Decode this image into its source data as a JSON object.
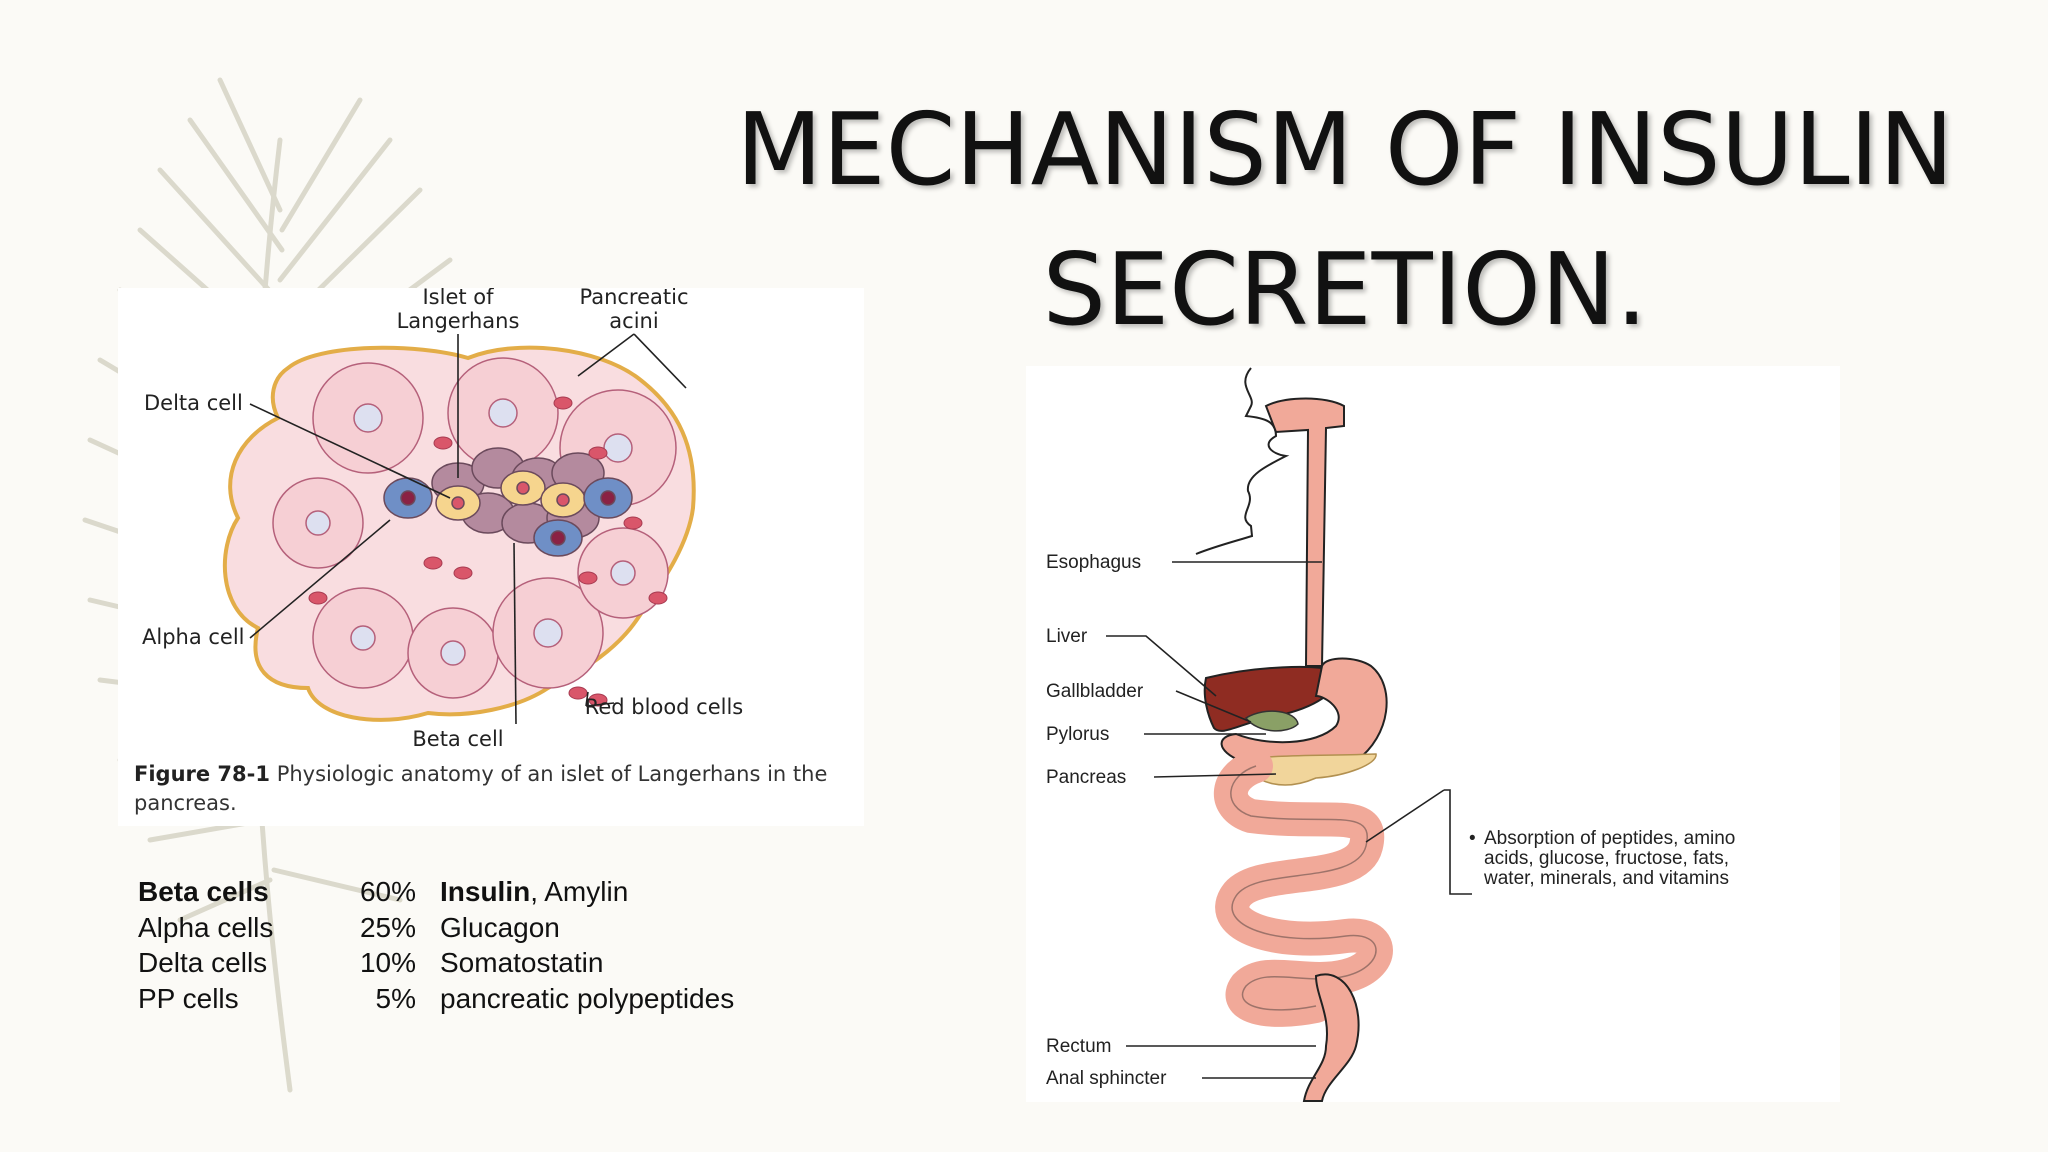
{
  "slide": {
    "title_line1": "MECHANISM OF INSULIN",
    "title_line2": "SECRETION."
  },
  "islet_figure": {
    "labels": {
      "islet": [
        "Islet of",
        "Langerhans"
      ],
      "acini": [
        "Pancreatic",
        "acini"
      ],
      "delta": "Delta cell",
      "alpha": "Alpha cell",
      "beta": "Beta cell",
      "rbc": "Red blood cells"
    },
    "caption_number": "Figure 78-1",
    "caption_text": "Physiologic anatomy of an islet of Langerhans in the pancreas."
  },
  "cell_table": [
    {
      "cell": "Beta cells",
      "percent": "60%",
      "hormone_bold": "Insulin",
      "hormone_rest": ", Amylin"
    },
    {
      "cell": "Alpha cells",
      "percent": "25%",
      "hormone_bold": "",
      "hormone_rest": "Glucagon"
    },
    {
      "cell": "Delta cells",
      "percent": "10%",
      "hormone_bold": "",
      "hormone_rest": "Somatostatin"
    },
    {
      "cell": "PP cells",
      "percent": "5%",
      "hormone_bold": "",
      "hormone_rest": "pancreatic polypeptides"
    }
  ],
  "gi_figure": {
    "labels": {
      "esophagus": "Esophagus",
      "liver": "Liver",
      "gallbladder": "Gallbladder",
      "pylorus": "Pylorus",
      "pancreas": "Pancreas",
      "rectum": "Rectum",
      "anal": "Anal sphincter"
    },
    "absorption_bullet": "•",
    "absorption_lines": [
      "Absorption of peptides, amino",
      "acids, glucose, fructose, fats,",
      "water, minerals, and vitamins"
    ]
  },
  "colors": {
    "background": "#fbfaf6",
    "acinar_cell": "#f6cfd4",
    "rbc": "#d9566a",
    "alpha_cell": "#6f8fc6",
    "beta_cell": "#f6d58e",
    "islet_cell": "#b48a9e",
    "gut": "#f1a999",
    "liver": "#8f2c22",
    "pancreas": "#f1d59b"
  }
}
